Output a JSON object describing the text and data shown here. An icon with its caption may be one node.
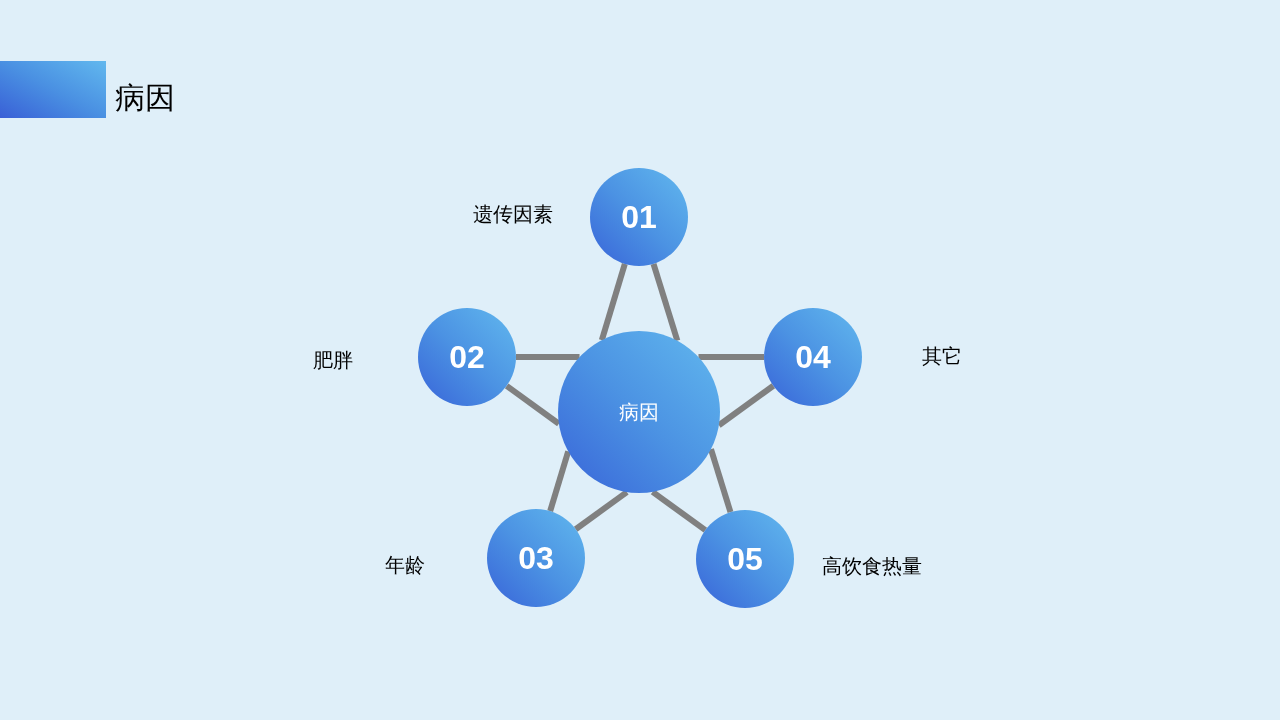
{
  "diagram": {
    "title": "病因",
    "nodes": [
      {
        "text": [
          "01"
        ],
        "beside": [
          "遗传因素"
        ]
      },
      {
        "text": [
          "02"
        ],
        "beside": [
          "肥胖"
        ]
      },
      {
        "text": [
          "病因"
        ]
      },
      {
        "text": [
          "04"
        ],
        "beside": [
          "其它"
        ]
      },
      {
        "text": [
          "03"
        ],
        "beside": [
          "年龄"
        ]
      },
      {
        "text": [
          "05"
        ],
        "beside": [
          "高饮食热量"
        ]
      }
    ],
    "edges": [
      {
        "from": 0,
        "to": 2,
        "arrow": "none",
        "color": "#808080"
      },
      {
        "from": 0,
        "to": 2,
        "arrow": "none",
        "color": "#808080"
      },
      {
        "from": 1,
        "to": 2,
        "arrow": "none",
        "color": "#808080"
      },
      {
        "from": 1,
        "to": 2,
        "arrow": "none",
        "color": "#808080"
      },
      {
        "from": 3,
        "to": 2,
        "arrow": "none",
        "color": "#808080"
      },
      {
        "from": 3,
        "to": 2,
        "arrow": "none",
        "color": "#808080"
      },
      {
        "from": 4,
        "to": 2,
        "arrow": "none",
        "color": "#808080"
      },
      {
        "from": 4,
        "to": 2,
        "arrow": "none",
        "color": "#808080"
      },
      {
        "from": 5,
        "to": 2,
        "arrow": "none",
        "color": "#808080"
      },
      {
        "from": 5,
        "to": 2,
        "arrow": "none",
        "color": "#808080"
      }
    ]
  }
}
